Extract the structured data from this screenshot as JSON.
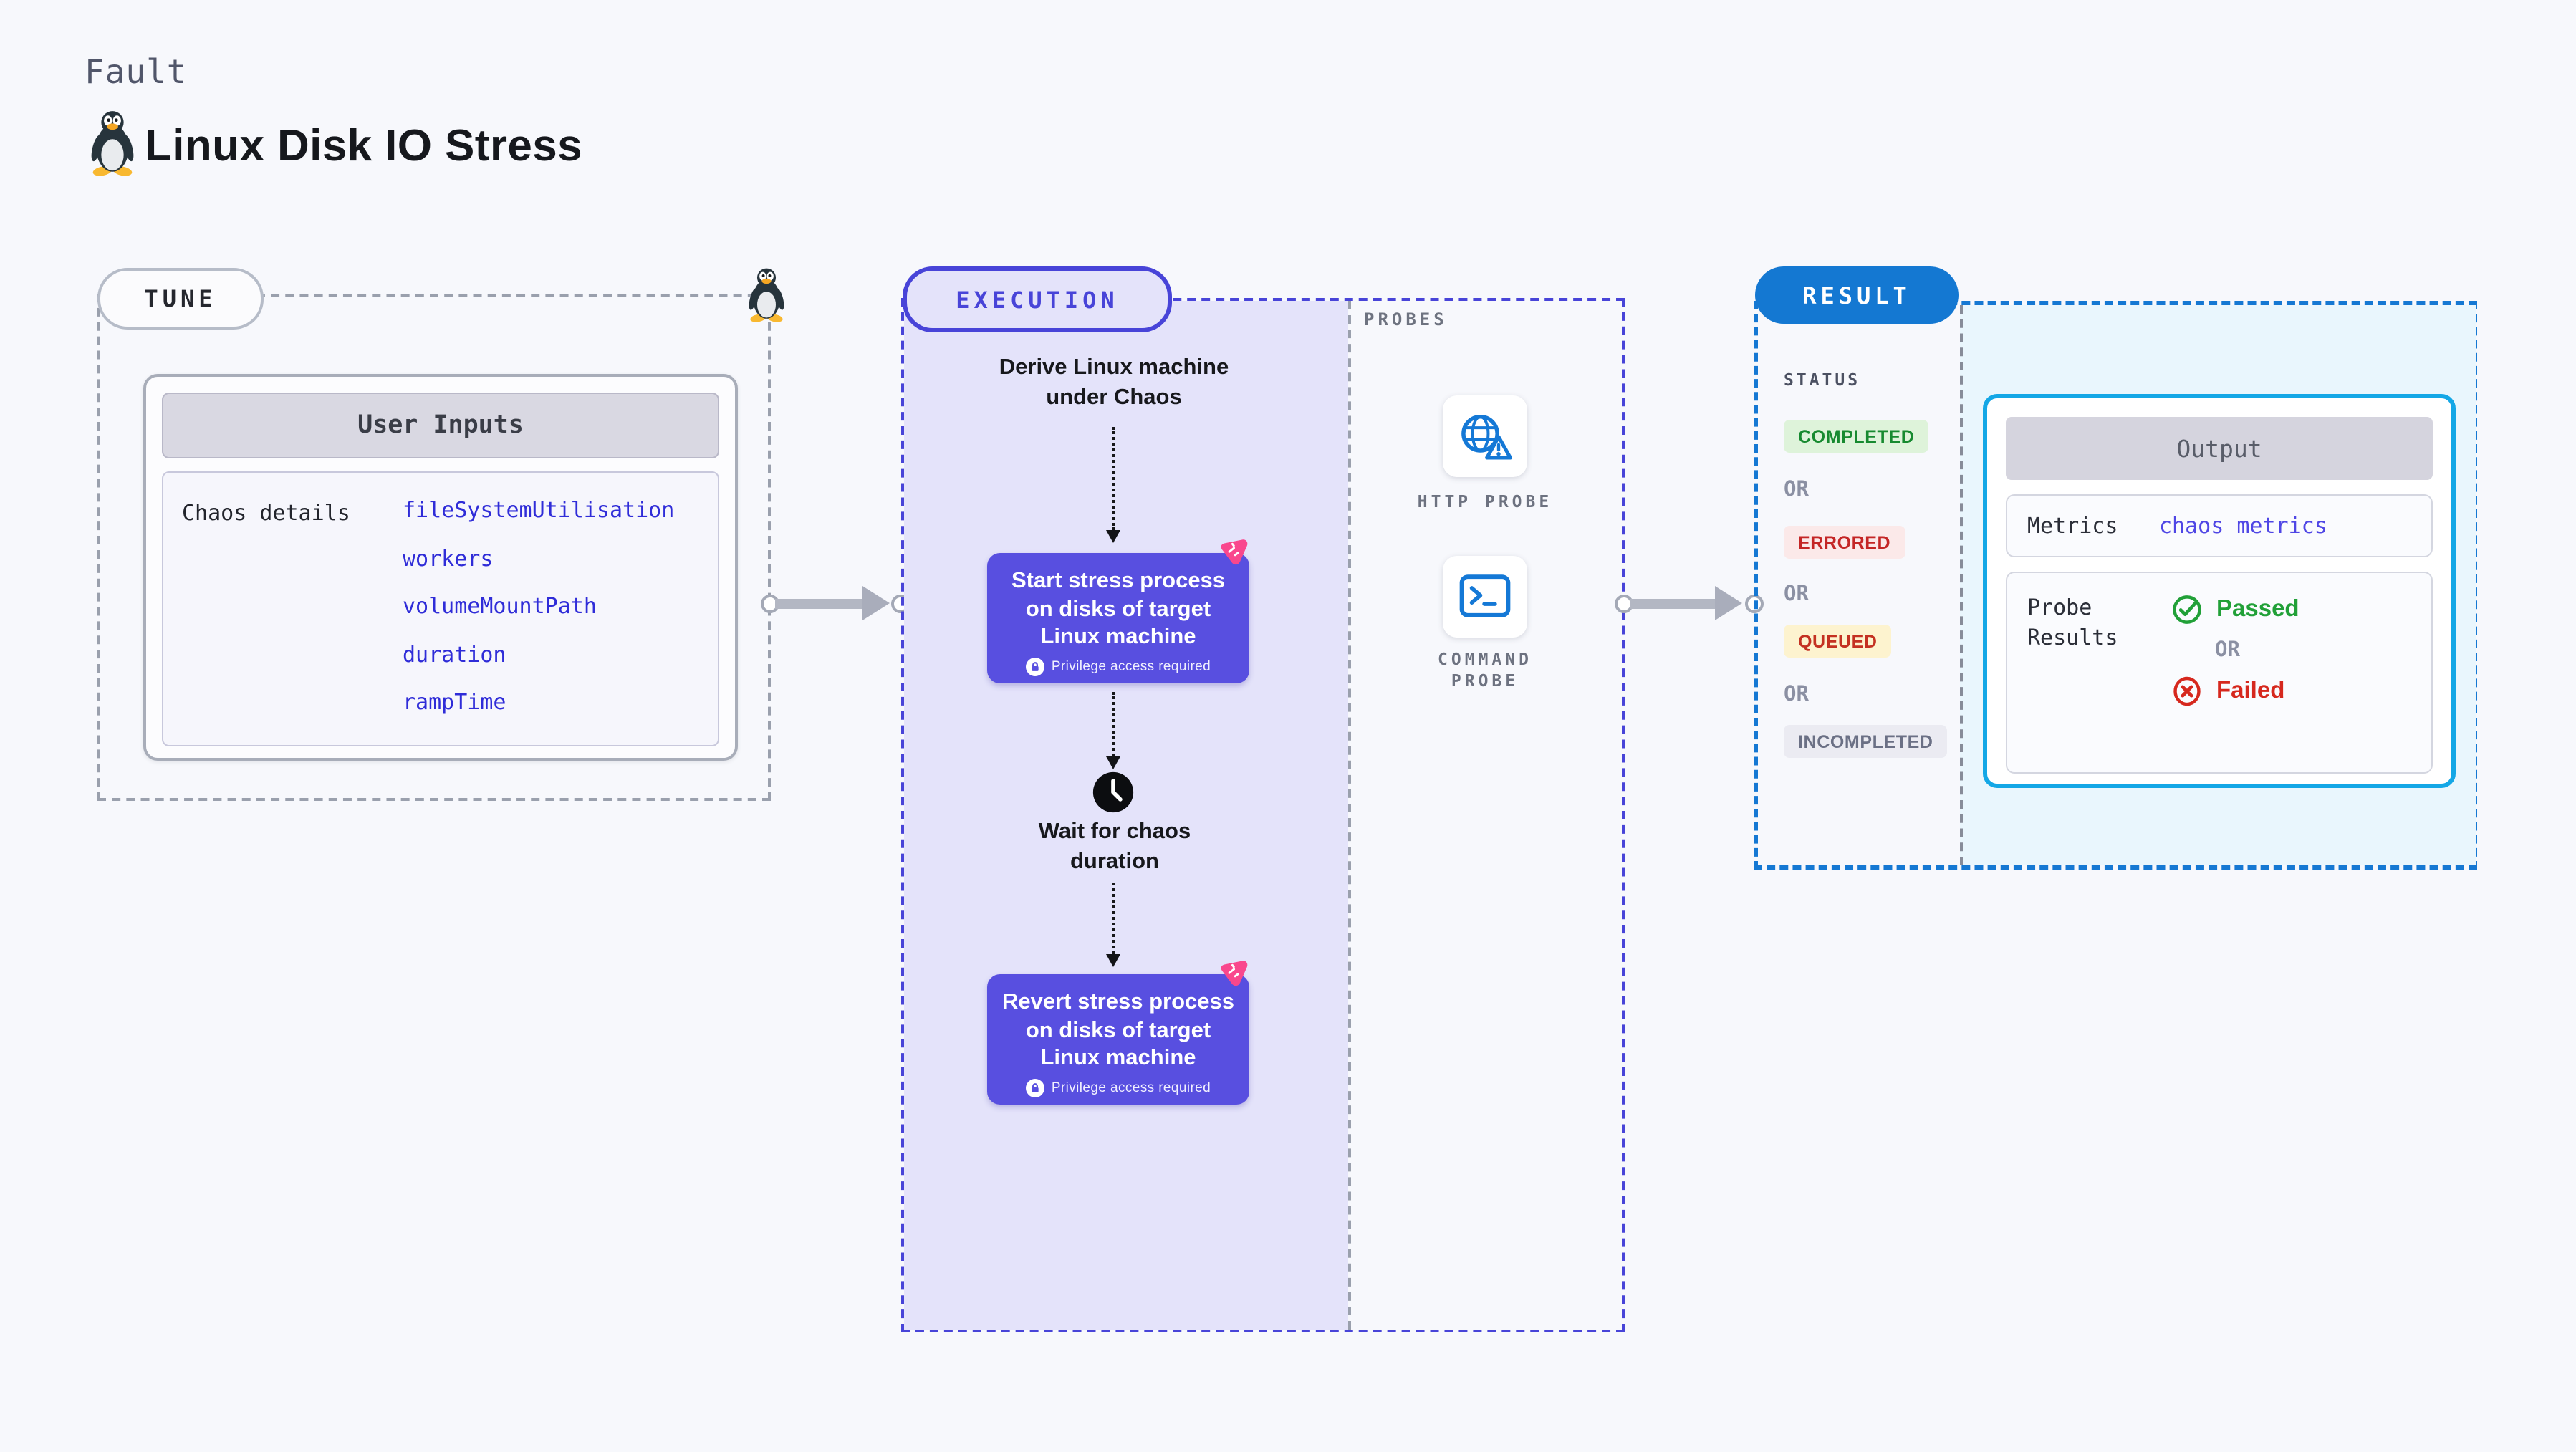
{
  "header": {
    "kicker": "Fault",
    "title": "Linux Disk IO Stress"
  },
  "tune": {
    "label": "TUNE",
    "card_title": "User Inputs",
    "row_label": "Chaos details",
    "inputs": [
      "fileSystemUtilisation",
      "workers",
      "volumeMountPath",
      "duration",
      "rampTime"
    ]
  },
  "execution": {
    "label": "EXECUTION",
    "derive_step": "Derive Linux machine under Chaos",
    "start_step": "Start stress process on disks of target Linux machine",
    "wait_step": "Wait for chaos duration",
    "revert_step": "Revert stress process on disks of target Linux machine",
    "privilege_note": "Privilege access required"
  },
  "probes": {
    "label": "PROBES",
    "http_label": "HTTP PROBE",
    "command_label": "COMMAND PROBE"
  },
  "result": {
    "label": "RESULT",
    "status_heading": "STATUS",
    "or_separator": "OR",
    "statuses": [
      "COMPLETED",
      "ERRORED",
      "QUEUED",
      "INCOMPLETED"
    ],
    "output": {
      "title": "Output",
      "metrics_label": "Metrics",
      "metrics_value": "chaos metrics",
      "probe_results_label": "Probe Results",
      "passed_label": "Passed",
      "failed_label": "Failed"
    }
  },
  "colors": {
    "page_bg": "#f7f8fc",
    "execution_accent": "#4844d8",
    "execution_region_bg": "#e4e3fa",
    "result_accent": "#1478d2",
    "result_region_bg": "#e9f6fd",
    "output_border": "#14a7e6",
    "node_fill": "#584fe0",
    "chaos_badge": "#f9478d",
    "probe_icon": "#1478d6",
    "input_value": "#2f2cd8",
    "completed": "#178a30",
    "errored": "#c42626",
    "queued": "#c43122",
    "incompleted": "#6b7085",
    "passed": "#21a038",
    "failed": "#d6281e"
  }
}
